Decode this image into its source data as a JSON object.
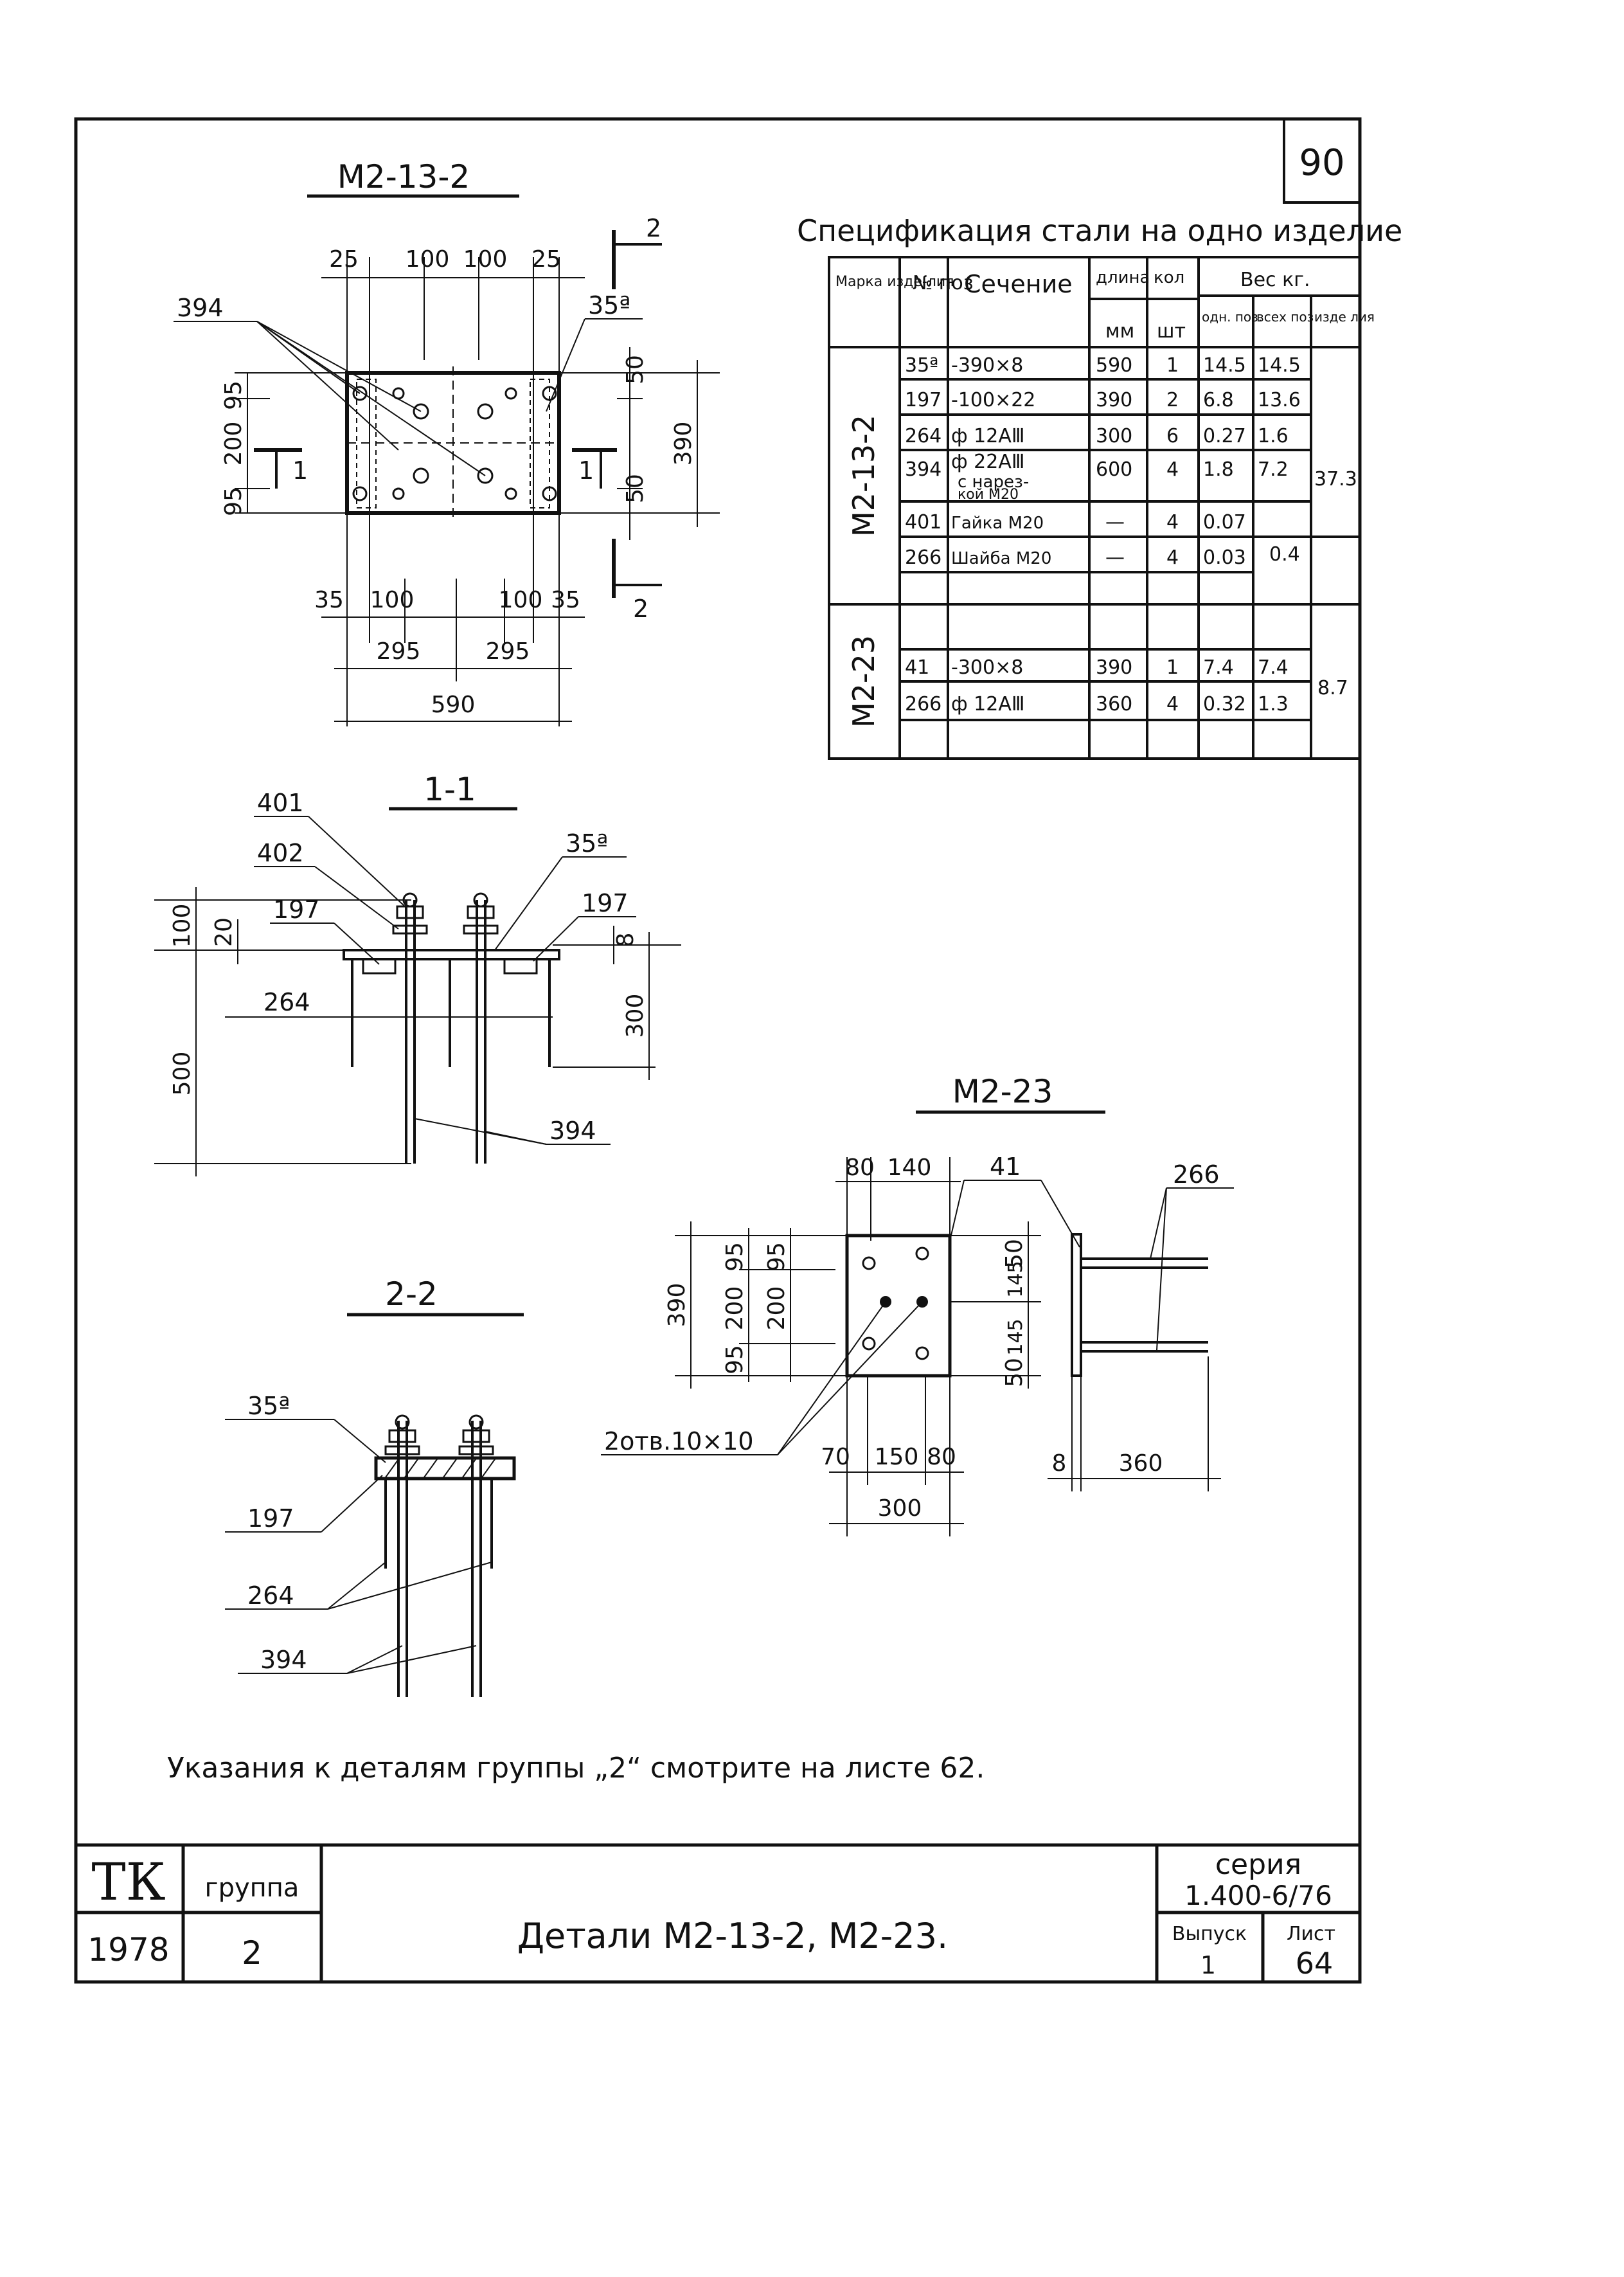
{
  "sheet_number": "90",
  "top_plan": {
    "title": "M2-13-2",
    "dims_top": [
      "25",
      "100",
      "100",
      "25"
    ],
    "dims_left": [
      "95",
      "200",
      "95"
    ],
    "dims_right": [
      "50",
      "390",
      "50"
    ],
    "dims_bottom_1": [
      "35",
      "100",
      "100",
      "35"
    ],
    "dims_bottom_2": [
      "295",
      "295"
    ],
    "dims_bottom_total": "590",
    "callouts": {
      "c394": "394",
      "c35a": "35ª"
    },
    "section_marks": {
      "s1": "1",
      "s2": "2"
    }
  },
  "spec": {
    "title": "Спецификация стали на одно изделие",
    "headers": {
      "mark": "Марка изде-лия",
      "pos": "№ поз",
      "section": "Сечение",
      "length": "длина",
      "length_unit": "мм",
      "qty": "кол",
      "qty_unit": "шт",
      "weight": "Вес кг.",
      "w_one": "одн. поз.",
      "w_all": "всех поз",
      "w_item": "изде лия"
    },
    "group1_mark": "M2-13-2",
    "group2_mark": "M2-23",
    "rows": [
      {
        "pos": "35ª",
        "section": "-390×8",
        "length": "590",
        "qty": "1",
        "w_one": "14.5",
        "w_all": "14.5"
      },
      {
        "pos": "197",
        "section": "-100×22",
        "length": "390",
        "qty": "2",
        "w_one": "6.8",
        "w_all": "13.6"
      },
      {
        "pos": "264",
        "section": "ф 12АⅢ",
        "length": "300",
        "qty": "6",
        "w_one": "0.27",
        "w_all": "1.6"
      },
      {
        "pos": "394",
        "section": "ф 22АⅢ",
        "section2": "с нарез-",
        "section3": "кой М20",
        "length": "600",
        "qty": "4",
        "w_one": "1.8",
        "w_all": "7.2"
      },
      {
        "pos": "401",
        "section": "Гайка М20",
        "length": "—",
        "qty": "4",
        "w_one": "0.07",
        "w_all": "0.4"
      },
      {
        "pos": "266",
        "section": "Шайба М20",
        "length": "—",
        "qty": "4",
        "w_one": "0.03",
        "w_all": ""
      },
      {
        "pos": "41",
        "section": "-300×8",
        "length": "390",
        "qty": "1",
        "w_one": "7.4",
        "w_all": "7.4"
      },
      {
        "pos": "266",
        "section": "ф 12АⅢ",
        "length": "360",
        "qty": "4",
        "w_one": "0.32",
        "w_all": "1.3"
      }
    ],
    "item_weights": {
      "m2_13_2": "37.3",
      "m2_23": "8.7"
    }
  },
  "section_1_1": {
    "title": "1-1",
    "labels": {
      "l401": "401",
      "l402": "402",
      "l35a": "35ª",
      "l197a": "197",
      "l197b": "197",
      "l264": "264",
      "l394": "394"
    },
    "dims": {
      "d100": "100",
      "d20": "20",
      "d8": "8",
      "d300": "300",
      "d500": "500"
    }
  },
  "section_2_2": {
    "title": "2-2",
    "labels": {
      "l35a": "35ª",
      "l197": "197",
      "l264": "264",
      "l394": "394"
    }
  },
  "m2_23": {
    "title": "M2-23",
    "dims_top": [
      "80",
      "140"
    ],
    "dims_left": [
      "95",
      "200",
      "95"
    ],
    "dims_total": "390",
    "dims_right": [
      "50",
      "145",
      "145",
      "50"
    ],
    "dims_bottom": [
      "70",
      "150",
      "80"
    ],
    "dims_bottom_total": "300",
    "holes_label": "2отв.10×10",
    "labels": {
      "l41": "41",
      "l266": "266"
    },
    "side_dims": {
      "d8": "8",
      "d360": "360"
    }
  },
  "note": "Указания к деталям группы „2“ смотрите на листе 62.",
  "title_block": {
    "tk": "ТК",
    "group_label": "группа",
    "year": "1978",
    "group_value": "2",
    "description": "Детали М2-13-2, М2-23.",
    "series_label": "серия",
    "series_value": "1.400-6/76",
    "issue_label": "Выпуск",
    "sheet_label": "Лист",
    "issue_value": "1",
    "sheet_value": "64"
  }
}
